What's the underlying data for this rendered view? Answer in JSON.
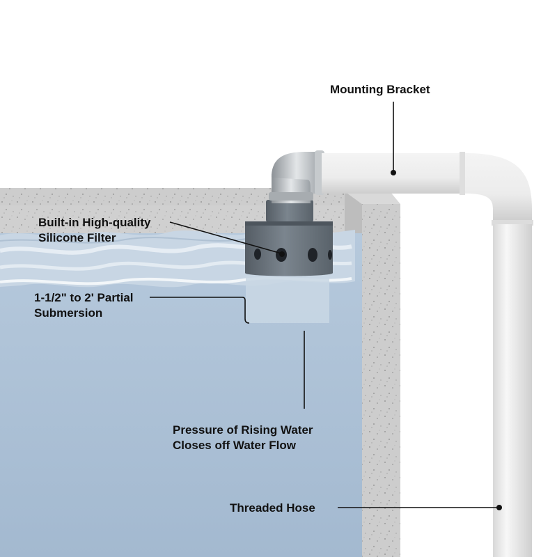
{
  "labels": {
    "mounting_bracket": "Mounting Bracket",
    "filter_line1": "Built-in High-quality",
    "filter_line2": "Silicone Filter",
    "submersion_line1": "1-1/2\" to 2' Partial",
    "submersion_line2": "Submersion",
    "pressure_line1": "Pressure of Rising Water",
    "pressure_line2": "Closes off Water Flow",
    "threaded_hose": "Threaded Hose"
  },
  "colors": {
    "water": "#a9bfd6",
    "wave_light": "#dfe8f1",
    "concrete": "#cfcfcf",
    "pipe": "#ececec",
    "filter_body": "#6d7780",
    "elbow_metal": "#b9bec3",
    "leader_line": "#111111"
  }
}
